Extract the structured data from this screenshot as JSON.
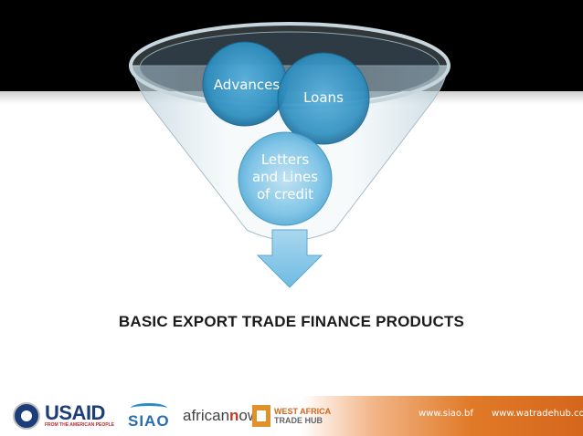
{
  "diagram": {
    "bubbles": {
      "advances": "Advances",
      "loans": "Loans",
      "letters_line1": "Letters",
      "letters_line2": "and Lines",
      "letters_line3": "of credit"
    },
    "title": "BASIC EXPORT TRADE FINANCE PRODUCTS"
  },
  "footer": {
    "usaid": "USAID",
    "usaid_sub": "FROM THE AMERICAN PEOPLE",
    "siao": "SIAO",
    "africa_prefix": "african",
    "africa_suffix": "ow",
    "wath_line1": "WEST AFRICA",
    "wath_line2": "TRADE HUB",
    "url_siao": "www.siao.bf",
    "url_wath": "www.watradehub.com"
  },
  "colors": {
    "bubble": "#2f8fc0",
    "funnel": "#d8e8ef",
    "arrow": "#8ec9e6",
    "footer_orange": "#e07a28",
    "usaid_blue": "#1d3d7a"
  }
}
